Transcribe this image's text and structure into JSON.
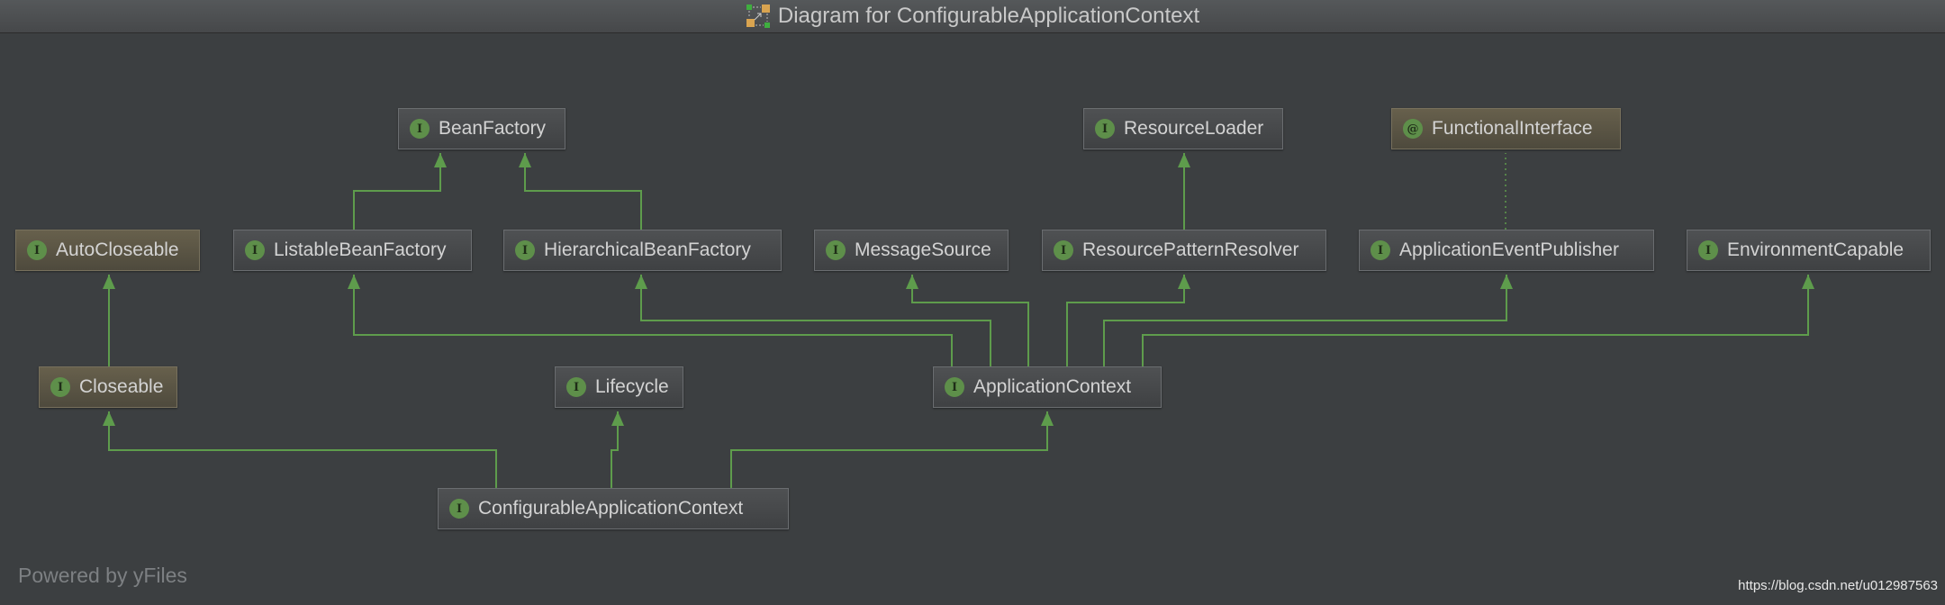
{
  "window": {
    "title": "Diagram for ConfigurableApplicationContext",
    "icon": "uml-diagram-icon"
  },
  "colors": {
    "background": "#3c3f41",
    "edge": "#5e9c4c",
    "interface_badge": "#5e8f4a",
    "library_node": "#5a5544"
  },
  "nodes": {
    "BeanFactory": {
      "label": "BeanFactory",
      "badge": "I",
      "kind": "interface"
    },
    "ResourceLoader": {
      "label": "ResourceLoader",
      "badge": "I",
      "kind": "interface"
    },
    "FunctionalInterface": {
      "label": "FunctionalInterface",
      "badge": "@",
      "kind": "annotation"
    },
    "AutoCloseable": {
      "label": "AutoCloseable",
      "badge": "I",
      "kind": "interface"
    },
    "ListableBeanFactory": {
      "label": "ListableBeanFactory",
      "badge": "I",
      "kind": "interface"
    },
    "HierarchicalBeanFactory": {
      "label": "HierarchicalBeanFactory",
      "badge": "I",
      "kind": "interface"
    },
    "MessageSource": {
      "label": "MessageSource",
      "badge": "I",
      "kind": "interface"
    },
    "ResourcePatternResolver": {
      "label": "ResourcePatternResolver",
      "badge": "I",
      "kind": "interface"
    },
    "ApplicationEventPublisher": {
      "label": "ApplicationEventPublisher",
      "badge": "I",
      "kind": "interface"
    },
    "EnvironmentCapable": {
      "label": "EnvironmentCapable",
      "badge": "I",
      "kind": "interface"
    },
    "Closeable": {
      "label": "Closeable",
      "badge": "I",
      "kind": "interface"
    },
    "Lifecycle": {
      "label": "Lifecycle",
      "badge": "I",
      "kind": "interface"
    },
    "ApplicationContext": {
      "label": "ApplicationContext",
      "badge": "I",
      "kind": "interface"
    },
    "ConfigurableApplicationContext": {
      "label": "ConfigurableApplicationContext",
      "badge": "I",
      "kind": "interface"
    }
  },
  "edges": [
    {
      "from": "ListableBeanFactory",
      "to": "BeanFactory",
      "type": "extends"
    },
    {
      "from": "HierarchicalBeanFactory",
      "to": "BeanFactory",
      "type": "extends"
    },
    {
      "from": "ResourcePatternResolver",
      "to": "ResourceLoader",
      "type": "extends"
    },
    {
      "from": "ApplicationEventPublisher",
      "to": "FunctionalInterface",
      "type": "annotated"
    },
    {
      "from": "Closeable",
      "to": "AutoCloseable",
      "type": "extends"
    },
    {
      "from": "ApplicationContext",
      "to": "ListableBeanFactory",
      "type": "extends"
    },
    {
      "from": "ApplicationContext",
      "to": "HierarchicalBeanFactory",
      "type": "extends"
    },
    {
      "from": "ApplicationContext",
      "to": "MessageSource",
      "type": "extends"
    },
    {
      "from": "ApplicationContext",
      "to": "ResourcePatternResolver",
      "type": "extends"
    },
    {
      "from": "ApplicationContext",
      "to": "ApplicationEventPublisher",
      "type": "extends"
    },
    {
      "from": "ApplicationContext",
      "to": "EnvironmentCapable",
      "type": "extends"
    },
    {
      "from": "ConfigurableApplicationContext",
      "to": "Closeable",
      "type": "extends"
    },
    {
      "from": "ConfigurableApplicationContext",
      "to": "Lifecycle",
      "type": "extends"
    },
    {
      "from": "ConfigurableApplicationContext",
      "to": "ApplicationContext",
      "type": "extends"
    }
  ],
  "footer": {
    "powered_by": "Powered by yFiles",
    "watermark": "https://blog.csdn.net/u012987563"
  }
}
